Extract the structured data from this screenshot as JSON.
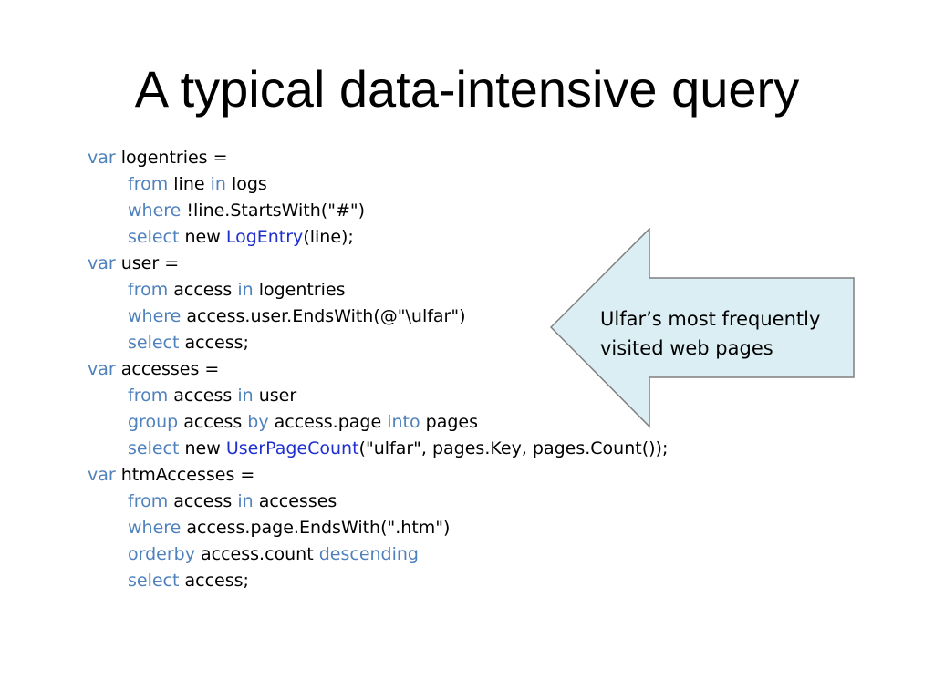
{
  "slide": {
    "title": "A typical data-intensive query"
  },
  "code": {
    "lines": [
      {
        "indent": false,
        "tokens": [
          {
            "t": "var",
            "k": "kw"
          },
          {
            "t": " logentries =",
            "k": "plain"
          }
        ]
      },
      {
        "indent": true,
        "tokens": [
          {
            "t": "from",
            "k": "kw"
          },
          {
            "t": " line ",
            "k": "plain"
          },
          {
            "t": "in",
            "k": "kw"
          },
          {
            "t": " logs",
            "k": "plain"
          }
        ]
      },
      {
        "indent": true,
        "tokens": [
          {
            "t": "where",
            "k": "kw"
          },
          {
            "t": " !line.StartsWith(\"#\")",
            "k": "plain"
          }
        ]
      },
      {
        "indent": true,
        "tokens": [
          {
            "t": "select",
            "k": "kw"
          },
          {
            "t": " new ",
            "k": "plain"
          },
          {
            "t": "LogEntry",
            "k": "type"
          },
          {
            "t": "(line);",
            "k": "plain"
          }
        ]
      },
      {
        "indent": false,
        "tokens": [
          {
            "t": "var",
            "k": "kw"
          },
          {
            "t": " user =",
            "k": "plain"
          }
        ]
      },
      {
        "indent": true,
        "tokens": [
          {
            "t": "from",
            "k": "kw"
          },
          {
            "t": " access ",
            "k": "plain"
          },
          {
            "t": "in",
            "k": "kw"
          },
          {
            "t": " logentries",
            "k": "plain"
          }
        ]
      },
      {
        "indent": true,
        "tokens": [
          {
            "t": "where",
            "k": "kw"
          },
          {
            "t": " access.user.EndsWith(@\"\\ulfar\")",
            "k": "plain"
          }
        ]
      },
      {
        "indent": true,
        "tokens": [
          {
            "t": "select",
            "k": "kw"
          },
          {
            "t": " access;",
            "k": "plain"
          }
        ]
      },
      {
        "indent": false,
        "tokens": [
          {
            "t": "var",
            "k": "kw"
          },
          {
            "t": " accesses =",
            "k": "plain"
          }
        ]
      },
      {
        "indent": true,
        "tokens": [
          {
            "t": "from",
            "k": "kw"
          },
          {
            "t": " access ",
            "k": "plain"
          },
          {
            "t": "in",
            "k": "kw"
          },
          {
            "t": " user",
            "k": "plain"
          }
        ]
      },
      {
        "indent": true,
        "tokens": [
          {
            "t": "group",
            "k": "kw"
          },
          {
            "t": " access ",
            "k": "plain"
          },
          {
            "t": "by",
            "k": "kw"
          },
          {
            "t": " access.page ",
            "k": "plain"
          },
          {
            "t": "into",
            "k": "kw"
          },
          {
            "t": " pages",
            "k": "plain"
          }
        ]
      },
      {
        "indent": true,
        "tokens": [
          {
            "t": "select",
            "k": "kw"
          },
          {
            "t": " new ",
            "k": "plain"
          },
          {
            "t": "UserPageCount",
            "k": "type"
          },
          {
            "t": "(\"ulfar\", pages.Key, pages.Count());",
            "k": "plain"
          }
        ]
      },
      {
        "indent": false,
        "tokens": [
          {
            "t": "var",
            "k": "kw"
          },
          {
            "t": " htmAccesses =",
            "k": "plain"
          }
        ]
      },
      {
        "indent": true,
        "tokens": [
          {
            "t": "from",
            "k": "kw"
          },
          {
            "t": " access ",
            "k": "plain"
          },
          {
            "t": "in",
            "k": "kw"
          },
          {
            "t": " accesses",
            "k": "plain"
          }
        ]
      },
      {
        "indent": true,
        "tokens": [
          {
            "t": "where",
            "k": "kw"
          },
          {
            "t": " access.page.EndsWith(\".htm\")",
            "k": "plain"
          }
        ]
      },
      {
        "indent": true,
        "tokens": [
          {
            "t": "orderby",
            "k": "kw"
          },
          {
            "t": " access.count ",
            "k": "plain"
          },
          {
            "t": "descending",
            "k": "kw"
          }
        ]
      },
      {
        "indent": true,
        "tokens": [
          {
            "t": "select",
            "k": "kw"
          },
          {
            "t": " access;",
            "k": "plain"
          }
        ]
      }
    ]
  },
  "callout": {
    "line1": "Ulfar’s most frequently",
    "line2": "visited web pages",
    "fill_color": "#dbeef3",
    "stroke_color": "#7f7f7f",
    "shape": "left-arrow"
  },
  "colors": {
    "keyword": "#4f81bd",
    "type_name": "#1f2fd0",
    "text": "#000000",
    "background": "#ffffff"
  }
}
